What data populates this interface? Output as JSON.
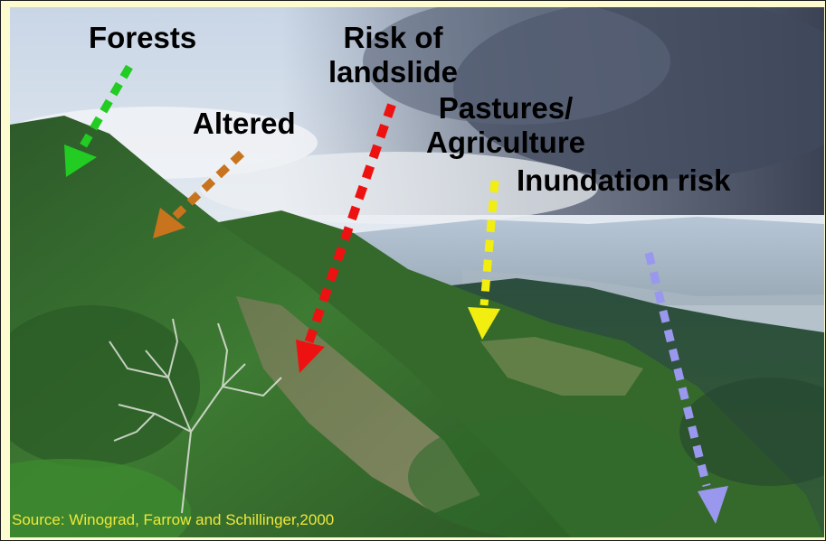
{
  "labels": {
    "forests": "Forests",
    "altered": "Altered",
    "landslide_line1": "Risk of",
    "landslide_line2": "landslide",
    "pastures_line1": "Pastures/",
    "pastures_line2": "Agriculture",
    "inundation": "Inundation risk"
  },
  "source": "Source:  Winograd, Farrow and Schillinger,2000",
  "colors": {
    "frame_bg": "#fdfbd0",
    "arrow_forests": "#22cc22",
    "arrow_altered": "#c8741e",
    "arrow_landslide": "#ee1111",
    "arrow_pastures": "#f2ee10",
    "arrow_inundation": "#9a98ee",
    "source_text": "#f0e838"
  }
}
